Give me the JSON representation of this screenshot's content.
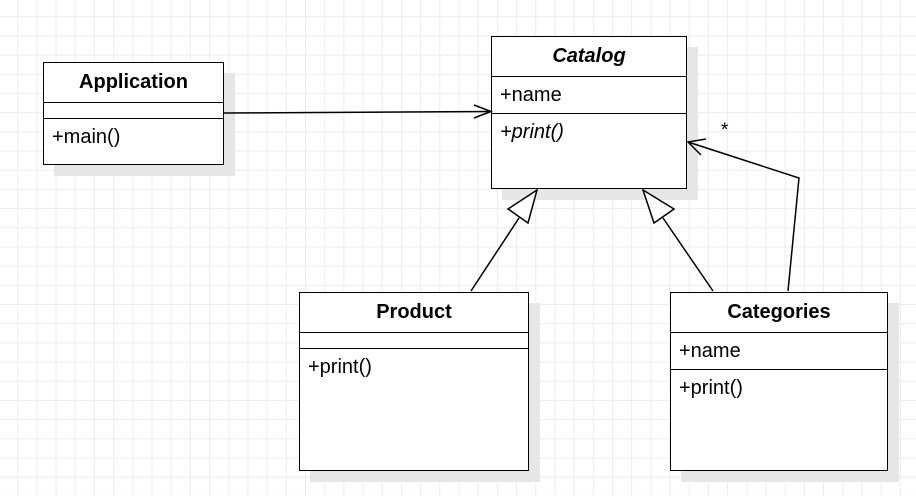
{
  "classes": {
    "application": {
      "name": "Application",
      "attributes": [],
      "operations": [
        "+main()"
      ],
      "abstract": false
    },
    "catalog": {
      "name": "Catalog",
      "attributes": [
        "+name"
      ],
      "operations": [
        "+print()"
      ],
      "abstract": true
    },
    "product": {
      "name": "Product",
      "attributes": [],
      "operations": [
        "+print()"
      ],
      "abstract": false
    },
    "categories": {
      "name": "Categories",
      "attributes": [
        "+name"
      ],
      "operations": [
        "+print()"
      ],
      "abstract": false
    }
  },
  "relations": [
    {
      "type": "association",
      "from": "Application",
      "to": "Catalog"
    },
    {
      "type": "generalization",
      "from": "Product",
      "to": "Catalog"
    },
    {
      "type": "generalization",
      "from": "Categories",
      "to": "Catalog"
    },
    {
      "type": "association",
      "from": "Categories",
      "to": "Catalog",
      "multiplicity": "*"
    }
  ],
  "colors": {
    "stroke": "#000000",
    "fill": "#ffffff",
    "shadow": "#e6e6e6",
    "grid": "#ececec"
  }
}
